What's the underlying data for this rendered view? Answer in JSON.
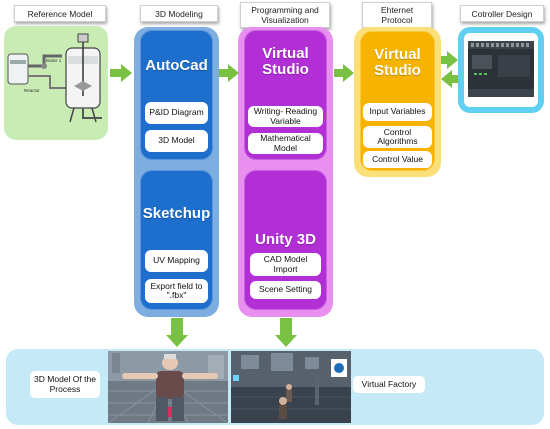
{
  "headers": {
    "reference_model": "Reference Model",
    "modeling_3d": "3D Modeling",
    "programming": "Programming   and Visualization",
    "ethernet": "Ehternet Protocol",
    "controller": "Cotroller Design"
  },
  "reference": {
    "label_a": "Boiler 1",
    "label_b": "Reactor"
  },
  "autocad": {
    "title": "AutoCad",
    "items": [
      "P&ID Diagram",
      "3D Model"
    ]
  },
  "sketchup": {
    "title": "Sketchup",
    "items": [
      "UV Mapping",
      "Export  field to \".fbx\""
    ]
  },
  "virtual_studio_1": {
    "title": "Virtual Studio",
    "items": [
      "Writing- Reading Variable",
      "Mathematical Model"
    ]
  },
  "unity": {
    "title": "Unity 3D",
    "items": [
      "CAD Model Import",
      "Scene  Setting"
    ]
  },
  "virtual_studio_2": {
    "title": "Virtual Studio",
    "items": [
      "Input Variables",
      "Control Algorithms",
      "Control Value"
    ]
  },
  "bottom": {
    "left_label": "3D Model Of the Process",
    "right_label": "Virtual Factory"
  },
  "colors": {
    "reference_bg": "#c9ecb4",
    "modeling_col": "#7eaee0",
    "modeling_panel": "#1e6fcd",
    "programming_col": "#e98ff0",
    "programming_panel": "#b22fd6",
    "ethernet_col": "#fbe07a",
    "ethernet_panel": "#f6b400",
    "controller_bg": "#5fd0f2",
    "bottom_bg": "#c5e9f6",
    "arrow": "#78c142"
  }
}
